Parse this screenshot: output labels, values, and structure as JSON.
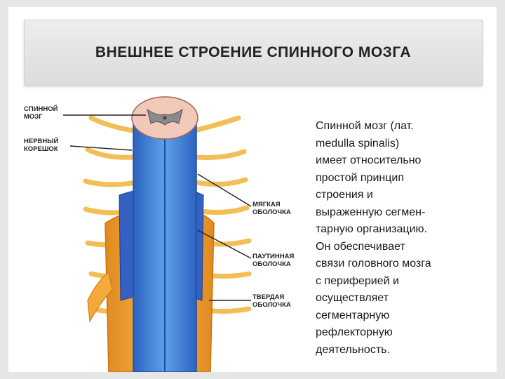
{
  "slide": {
    "title": "ВНЕШНЕЕ СТРОЕНИЕ СПИННОГО МОЗГА",
    "body_lines": "Спинной мозг (лат.\nmedulla spinalis)\nимеет относительно\nпростой принцип\nстроения и\nвыраженную сегмен-\nтарную организацию.\nОн обеспечивает\nсвязи головного мозга\nс периферией и\nосуществляет\nсегментарную\nрефлекторную\nдеятельность."
  },
  "figure": {
    "labels": {
      "spinal_cord": "СПИННОЙ\nМОЗГ",
      "nerve_root": "НЕРВНЫЙ\nКОРЕШОК",
      "pia": "МЯГКАЯ\nОБОЛОЧКА",
      "arachnoid": "ПАУТИННАЯ\nОБОЛОЧКА",
      "dura": "ТВЕРДАЯ\nОБОЛОЧКА"
    }
  },
  "colors": {
    "cord_blue": "#3d7fd6",
    "arachnoid_blue": "#2f5fc2",
    "dura_orange": "#f0a030",
    "nerve_yellow": "#f5c860",
    "cross_section_pink": "#f2c8b8",
    "grey_matter": "#8a8a8a"
  }
}
